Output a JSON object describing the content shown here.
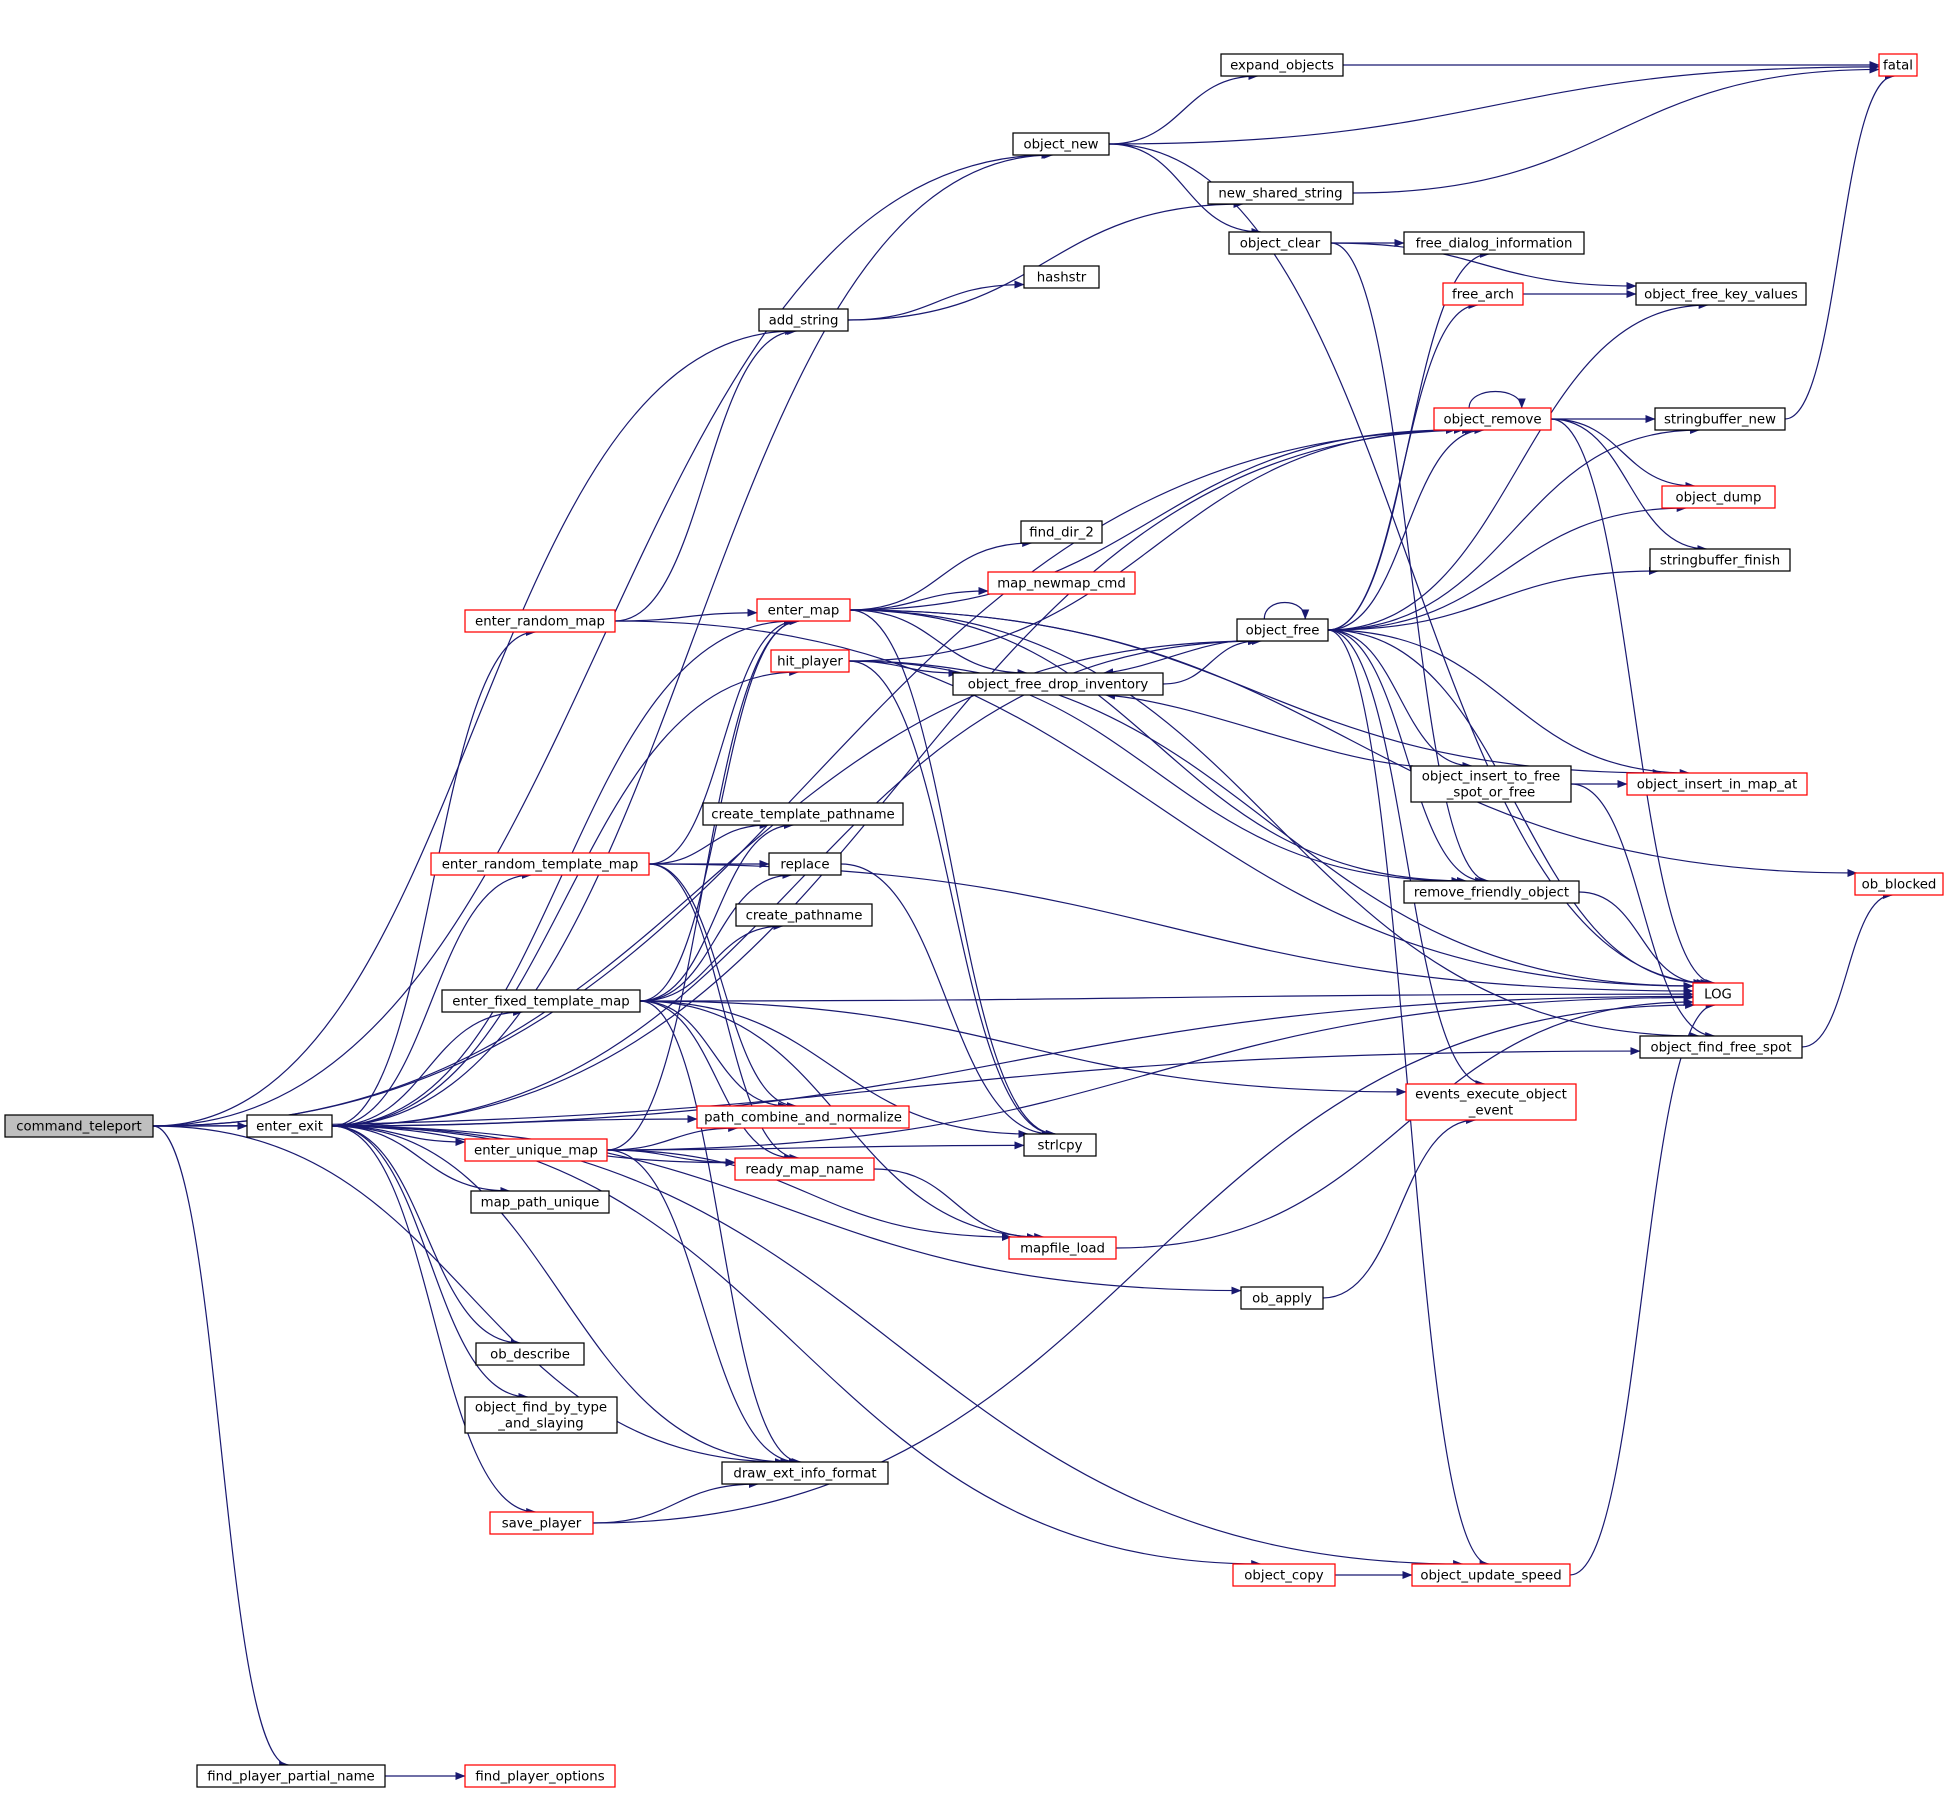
{
  "graph": {
    "colors": {
      "edge": "#191970",
      "root_fill": "#bfbfbf",
      "node_fill": "#ffffff",
      "black_border": "#000000",
      "red_border": "#ff0000"
    },
    "nodes": [
      {
        "id": "command_teleport",
        "lines": [
          "command_teleport"
        ],
        "style": "root"
      },
      {
        "id": "enter_exit",
        "lines": [
          "enter_exit"
        ],
        "style": "black"
      },
      {
        "id": "find_player_partial_name",
        "lines": [
          "find_player_partial_name"
        ],
        "style": "black"
      },
      {
        "id": "find_player_options",
        "lines": [
          "find_player_options"
        ],
        "style": "red"
      },
      {
        "id": "object_new",
        "lines": [
          "object_new"
        ],
        "style": "black"
      },
      {
        "id": "expand_objects",
        "lines": [
          "expand_objects"
        ],
        "style": "black"
      },
      {
        "id": "fatal",
        "lines": [
          "fatal"
        ],
        "style": "red"
      },
      {
        "id": "new_shared_string",
        "lines": [
          "new_shared_string"
        ],
        "style": "black"
      },
      {
        "id": "object_clear",
        "lines": [
          "object_clear"
        ],
        "style": "black"
      },
      {
        "id": "free_dialog_information",
        "lines": [
          "free_dialog_information"
        ],
        "style": "black"
      },
      {
        "id": "hashstr",
        "lines": [
          "hashstr"
        ],
        "style": "black"
      },
      {
        "id": "add_string",
        "lines": [
          "add_string"
        ],
        "style": "black"
      },
      {
        "id": "free_arch",
        "lines": [
          "free_arch"
        ],
        "style": "red"
      },
      {
        "id": "object_free_key_values",
        "lines": [
          "object_free_key_values"
        ],
        "style": "black"
      },
      {
        "id": "object_remove",
        "lines": [
          "object_remove"
        ],
        "style": "red"
      },
      {
        "id": "stringbuffer_new",
        "lines": [
          "stringbuffer_new"
        ],
        "style": "black"
      },
      {
        "id": "object_dump",
        "lines": [
          "object_dump"
        ],
        "style": "red"
      },
      {
        "id": "find_dir_2",
        "lines": [
          "find_dir_2"
        ],
        "style": "black"
      },
      {
        "id": "stringbuffer_finish",
        "lines": [
          "stringbuffer_finish"
        ],
        "style": "black"
      },
      {
        "id": "map_newmap_cmd",
        "lines": [
          "map_newmap_cmd"
        ],
        "style": "red"
      },
      {
        "id": "enter_random_map",
        "lines": [
          "enter_random_map"
        ],
        "style": "red"
      },
      {
        "id": "enter_map",
        "lines": [
          "enter_map"
        ],
        "style": "red"
      },
      {
        "id": "object_free",
        "lines": [
          "object_free"
        ],
        "style": "black"
      },
      {
        "id": "hit_player",
        "lines": [
          "hit_player"
        ],
        "style": "red"
      },
      {
        "id": "object_free_drop_inventory",
        "lines": [
          "object_free_drop_inventory"
        ],
        "style": "black"
      },
      {
        "id": "object_insert_to_free_spot_or_free",
        "lines": [
          "object_insert_to_free",
          "_spot_or_free"
        ],
        "style": "black"
      },
      {
        "id": "object_insert_in_map_at",
        "lines": [
          "object_insert_in_map_at"
        ],
        "style": "red"
      },
      {
        "id": "create_template_pathname",
        "lines": [
          "create_template_pathname"
        ],
        "style": "black"
      },
      {
        "id": "enter_random_template_map",
        "lines": [
          "enter_random_template_map"
        ],
        "style": "red"
      },
      {
        "id": "replace",
        "lines": [
          "replace"
        ],
        "style": "black"
      },
      {
        "id": "remove_friendly_object",
        "lines": [
          "remove_friendly_object"
        ],
        "style": "black"
      },
      {
        "id": "ob_blocked",
        "lines": [
          "ob_blocked"
        ],
        "style": "red"
      },
      {
        "id": "create_pathname",
        "lines": [
          "create_pathname"
        ],
        "style": "black"
      },
      {
        "id": "enter_fixed_template_map",
        "lines": [
          "enter_fixed_template_map"
        ],
        "style": "black"
      },
      {
        "id": "LOG",
        "lines": [
          "LOG"
        ],
        "style": "red"
      },
      {
        "id": "object_find_free_spot",
        "lines": [
          "object_find_free_spot"
        ],
        "style": "black"
      },
      {
        "id": "events_execute_object_event",
        "lines": [
          "events_execute_object",
          "_event"
        ],
        "style": "red"
      },
      {
        "id": "path_combine_and_normalize",
        "lines": [
          "path_combine_and_normalize"
        ],
        "style": "red"
      },
      {
        "id": "strlcpy",
        "lines": [
          "strlcpy"
        ],
        "style": "black"
      },
      {
        "id": "enter_unique_map",
        "lines": [
          "enter_unique_map"
        ],
        "style": "red"
      },
      {
        "id": "ready_map_name",
        "lines": [
          "ready_map_name"
        ],
        "style": "red"
      },
      {
        "id": "map_path_unique",
        "lines": [
          "map_path_unique"
        ],
        "style": "black"
      },
      {
        "id": "mapfile_load",
        "lines": [
          "mapfile_load"
        ],
        "style": "red"
      },
      {
        "id": "ob_apply",
        "lines": [
          "ob_apply"
        ],
        "style": "black"
      },
      {
        "id": "ob_describe",
        "lines": [
          "ob_describe"
        ],
        "style": "black"
      },
      {
        "id": "object_find_by_type_and_slaying",
        "lines": [
          "object_find_by_type",
          "_and_slaying"
        ],
        "style": "black"
      },
      {
        "id": "draw_ext_info_format",
        "lines": [
          "draw_ext_info_format"
        ],
        "style": "black"
      },
      {
        "id": "save_player",
        "lines": [
          "save_player"
        ],
        "style": "red"
      },
      {
        "id": "object_copy",
        "lines": [
          "object_copy"
        ],
        "style": "red"
      },
      {
        "id": "object_update_speed",
        "lines": [
          "object_update_speed"
        ],
        "style": "red"
      }
    ],
    "edges": [
      [
        "command_teleport",
        "enter_exit"
      ],
      [
        "command_teleport",
        "object_new"
      ],
      [
        "command_teleport",
        "add_string"
      ],
      [
        "command_teleport",
        "object_remove"
      ],
      [
        "command_teleport",
        "object_free"
      ],
      [
        "command_teleport",
        "draw_ext_info_format"
      ],
      [
        "command_teleport",
        "find_player_partial_name"
      ],
      [
        "command_teleport",
        "object_find_free_spot"
      ],
      [
        "find_player_partial_name",
        "find_player_options"
      ],
      [
        "object_new",
        "expand_objects"
      ],
      [
        "object_new",
        "fatal"
      ],
      [
        "object_new",
        "object_clear"
      ],
      [
        "object_new",
        "LOG"
      ],
      [
        "expand_objects",
        "fatal"
      ],
      [
        "new_shared_string",
        "fatal"
      ],
      [
        "object_clear",
        "free_dialog_information"
      ],
      [
        "object_clear",
        "object_free_key_values"
      ],
      [
        "object_clear",
        "remove_friendly_object"
      ],
      [
        "add_string",
        "new_shared_string"
      ],
      [
        "add_string",
        "hashstr"
      ],
      [
        "free_arch",
        "object_free_key_values"
      ],
      [
        "object_remove",
        "object_remove"
      ],
      [
        "object_remove",
        "stringbuffer_new"
      ],
      [
        "object_remove",
        "object_dump"
      ],
      [
        "object_remove",
        "stringbuffer_finish"
      ],
      [
        "object_remove",
        "LOG"
      ],
      [
        "stringbuffer_new",
        "fatal"
      ],
      [
        "enter_random_map",
        "enter_map"
      ],
      [
        "enter_random_map",
        "add_string"
      ],
      [
        "enter_random_map",
        "LOG"
      ],
      [
        "enter_map",
        "find_dir_2"
      ],
      [
        "enter_map",
        "map_newmap_cmd"
      ],
      [
        "enter_map",
        "object_remove"
      ],
      [
        "enter_map",
        "object_free_drop_inventory"
      ],
      [
        "enter_map",
        "object_insert_in_map_at"
      ],
      [
        "enter_map",
        "ob_blocked"
      ],
      [
        "enter_map",
        "object_find_free_spot"
      ],
      [
        "enter_map",
        "remove_friendly_object"
      ],
      [
        "enter_map",
        "strlcpy"
      ],
      [
        "object_free",
        "object_free"
      ],
      [
        "object_free",
        "free_dialog_information"
      ],
      [
        "object_free",
        "free_arch"
      ],
      [
        "object_free",
        "object_free_key_values"
      ],
      [
        "object_free",
        "object_remove"
      ],
      [
        "object_free",
        "stringbuffer_new"
      ],
      [
        "object_free",
        "object_dump"
      ],
      [
        "object_free",
        "stringbuffer_finish"
      ],
      [
        "object_free",
        "object_free_drop_inventory"
      ],
      [
        "object_free",
        "object_insert_to_free_spot_or_free"
      ],
      [
        "object_free",
        "object_insert_in_map_at"
      ],
      [
        "object_free",
        "remove_friendly_object"
      ],
      [
        "object_free",
        "LOG"
      ],
      [
        "object_free",
        "events_execute_object_event"
      ],
      [
        "object_free",
        "object_update_speed"
      ],
      [
        "object_free_drop_inventory",
        "object_free"
      ],
      [
        "hit_player",
        "object_remove"
      ],
      [
        "hit_player",
        "object_free_drop_inventory"
      ],
      [
        "hit_player",
        "remove_friendly_object"
      ],
      [
        "hit_player",
        "LOG"
      ],
      [
        "hit_player",
        "strlcpy"
      ],
      [
        "object_insert_to_free_spot_or_free",
        "object_insert_in_map_at"
      ],
      [
        "object_insert_to_free_spot_or_free",
        "object_free_drop_inventory"
      ],
      [
        "object_insert_to_free_spot_or_free",
        "object_find_free_spot"
      ],
      [
        "enter_random_template_map",
        "create_template_pathname"
      ],
      [
        "enter_random_template_map",
        "replace"
      ],
      [
        "enter_random_template_map",
        "enter_map"
      ],
      [
        "enter_random_template_map",
        "path_combine_and_normalize"
      ],
      [
        "enter_random_template_map",
        "ready_map_name"
      ],
      [
        "enter_random_template_map",
        "LOG"
      ],
      [
        "replace",
        "strlcpy"
      ],
      [
        "remove_friendly_object",
        "LOG"
      ],
      [
        "enter_fixed_template_map",
        "create_template_pathname"
      ],
      [
        "enter_fixed_template_map",
        "replace"
      ],
      [
        "enter_fixed_template_map",
        "create_pathname"
      ],
      [
        "enter_fixed_template_map",
        "enter_map"
      ],
      [
        "enter_fixed_template_map",
        "path_combine_and_normalize"
      ],
      [
        "enter_fixed_template_map",
        "ready_map_name"
      ],
      [
        "enter_fixed_template_map",
        "strlcpy"
      ],
      [
        "enter_fixed_template_map",
        "events_execute_object_event"
      ],
      [
        "enter_fixed_template_map",
        "mapfile_load"
      ],
      [
        "enter_fixed_template_map",
        "draw_ext_info_format"
      ],
      [
        "enter_fixed_template_map",
        "LOG"
      ],
      [
        "object_find_free_spot",
        "ob_blocked"
      ],
      [
        "enter_unique_map",
        "enter_map"
      ],
      [
        "enter_unique_map",
        "path_combine_and_normalize"
      ],
      [
        "enter_unique_map",
        "ready_map_name"
      ],
      [
        "enter_unique_map",
        "strlcpy"
      ],
      [
        "enter_unique_map",
        "mapfile_load"
      ],
      [
        "enter_unique_map",
        "draw_ext_info_format"
      ],
      [
        "enter_unique_map",
        "LOG"
      ],
      [
        "ready_map_name",
        "mapfile_load"
      ],
      [
        "mapfile_load",
        "LOG"
      ],
      [
        "ob_apply",
        "events_execute_object_event"
      ],
      [
        "save_player",
        "draw_ext_info_format"
      ],
      [
        "save_player",
        "LOG"
      ],
      [
        "object_copy",
        "object_update_speed"
      ],
      [
        "object_update_speed",
        "LOG"
      ],
      [
        "enter_exit",
        "object_new"
      ],
      [
        "enter_exit",
        "object_remove"
      ],
      [
        "enter_exit",
        "object_free"
      ],
      [
        "enter_exit",
        "enter_random_map"
      ],
      [
        "enter_exit",
        "enter_map"
      ],
      [
        "enter_exit",
        "hit_player"
      ],
      [
        "enter_exit",
        "enter_random_template_map"
      ],
      [
        "enter_exit",
        "enter_fixed_template_map"
      ],
      [
        "enter_exit",
        "path_combine_and_normalize"
      ],
      [
        "enter_exit",
        "ready_map_name"
      ],
      [
        "enter_exit",
        "enter_unique_map"
      ],
      [
        "enter_exit",
        "map_path_unique"
      ],
      [
        "enter_exit",
        "ob_apply"
      ],
      [
        "enter_exit",
        "ob_describe"
      ],
      [
        "enter_exit",
        "object_find_by_type_and_slaying"
      ],
      [
        "enter_exit",
        "draw_ext_info_format"
      ],
      [
        "enter_exit",
        "save_player"
      ],
      [
        "enter_exit",
        "object_copy"
      ],
      [
        "enter_exit",
        "object_update_speed"
      ],
      [
        "enter_exit",
        "LOG"
      ]
    ]
  }
}
